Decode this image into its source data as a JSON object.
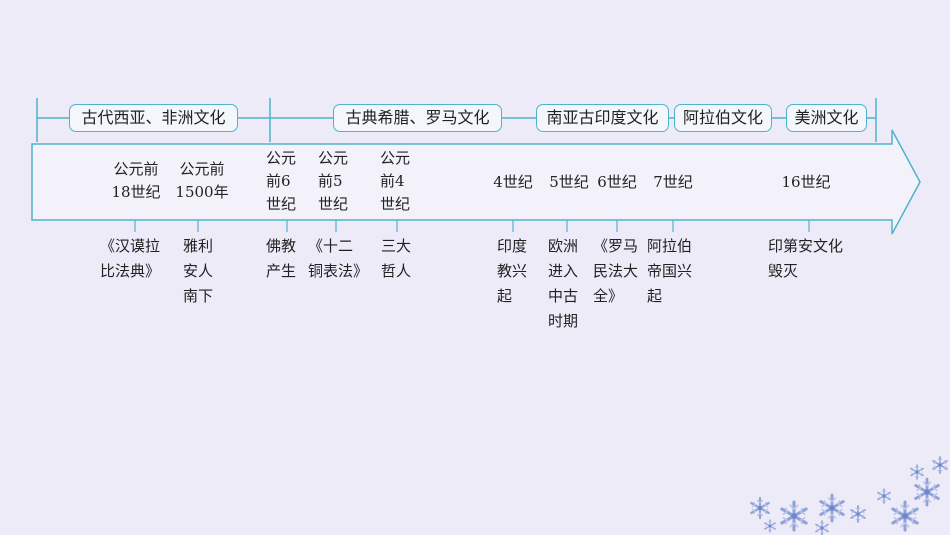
{
  "eras": [
    {
      "id": "era-west-asia-africa",
      "label": "古代西亚、非洲文化"
    },
    {
      "id": "era-greece-rome",
      "label": "古典希腊、罗马文化"
    },
    {
      "id": "era-south-asia-india",
      "label": "南亚古印度文化"
    },
    {
      "id": "era-arab",
      "label": "阿拉伯文化"
    },
    {
      "id": "era-americas",
      "label": "美洲文化"
    }
  ],
  "dates": [
    {
      "label": "公元前\n18世纪"
    },
    {
      "label": "公元前\n1500年"
    },
    {
      "label": "公元\n前6\n世纪"
    },
    {
      "label": "公元\n前5\n世纪"
    },
    {
      "label": "公元\n前4\n世纪"
    },
    {
      "label": "4世纪"
    },
    {
      "label": "5世纪"
    },
    {
      "label": "6世纪"
    },
    {
      "label": "7世纪"
    },
    {
      "label": "16世纪"
    }
  ],
  "events": [
    {
      "label": "《汉谟拉\n比法典》"
    },
    {
      "label": "雅利\n安人\n南下"
    },
    {
      "label": "佛教\n产生"
    },
    {
      "label": "《十二\n铜表法》"
    },
    {
      "label": "三大\n哲人"
    },
    {
      "label": "印度\n教兴\n起"
    },
    {
      "label": "欧洲\n进入\n中古\n时期"
    },
    {
      "label": "《罗马\n民法大\n全》"
    },
    {
      "label": "阿拉伯\n帝国兴\n起"
    },
    {
      "label": "印第安文化\n毁灭"
    }
  ],
  "colors": {
    "line": "#4fb3c9",
    "background": "#eeebf8",
    "snowflake": "#8fa3d6"
  }
}
